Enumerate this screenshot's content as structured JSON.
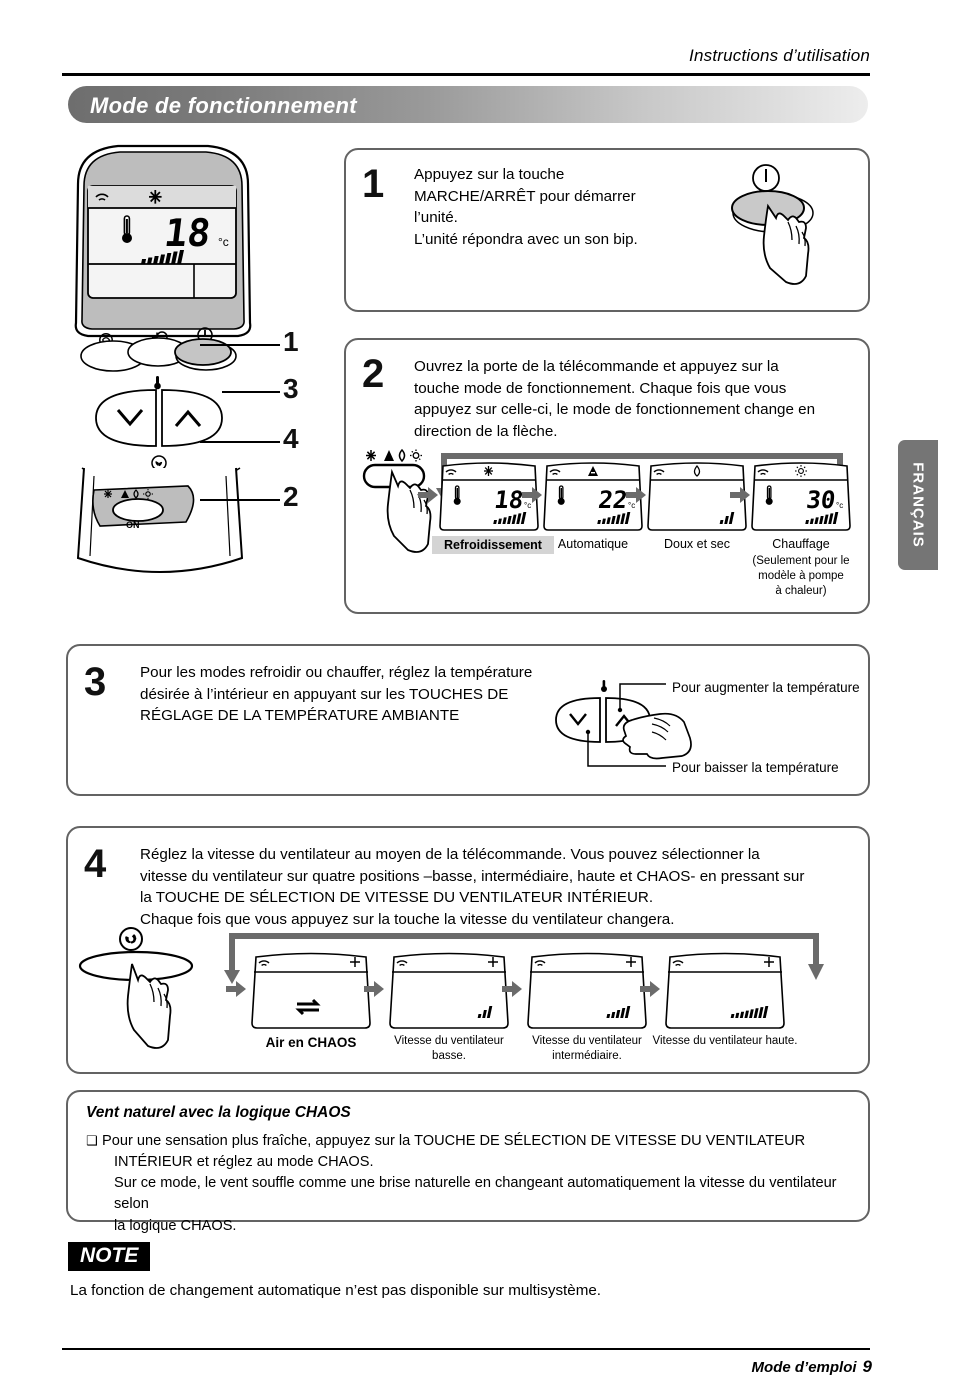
{
  "header": {
    "running_head": "Instructions d’utilisation",
    "title": "Mode de fonctionnement",
    "language_tab": "FRANÇAIS"
  },
  "remote": {
    "display": {
      "signal_icon": "signal-icon",
      "mode_icon": "snowflake-icon",
      "thermometer_icon": "thermometer-icon",
      "temperature": "18",
      "unit": "°c",
      "fan_bars": 7
    },
    "callouts": [
      {
        "number": "1",
        "target": "power-button"
      },
      {
        "number": "3",
        "target": "temperature-up-down-buttons"
      },
      {
        "number": "4",
        "target": "fan-speed-button"
      },
      {
        "number": "2",
        "target": "mode-button"
      }
    ]
  },
  "steps": [
    {
      "number": "1",
      "text": "Appuyez sur la touche MARCHE/ARRÊT pour démarrer l’unité.\nL’unité répondra avec un son bip.",
      "lines": [
        "Appuyez sur la touche",
        "MARCHE/ARRÊT pour démarrer",
        "l’unité.",
        "L’unité répondra avec un son bip."
      ],
      "illustration": "power-button-press"
    },
    {
      "number": "2",
      "lines": [
        "Ouvrez la porte de la télécommande et appuyez sur la",
        "touche mode de fonctionnement. Chaque fois que vous",
        "appuyez sur celle-ci, le mode de fonctionnement change en",
        "direction de la flèche."
      ],
      "button_icons": [
        "snowflake-icon",
        "auto-icon",
        "dry-icon",
        "sun-icon"
      ],
      "modes": [
        {
          "label": "Refroidissement",
          "highlighted": true,
          "mode_icon": "snowflake-icon",
          "temperature": "18",
          "unit": "°c",
          "fan_bars": 7,
          "show_thermometer": true
        },
        {
          "label": "Automatique",
          "highlighted": false,
          "mode_icon": "auto-icon",
          "temperature": "22",
          "unit": "°c",
          "fan_bars": 7,
          "show_thermometer": true
        },
        {
          "label": "Doux et sec",
          "highlighted": false,
          "mode_icon": "dry-icon",
          "temperature": "",
          "unit": "",
          "fan_bars": 3,
          "show_thermometer": false
        },
        {
          "label": "Chauffage",
          "sublabel": "(Seulement pour le\nmodèle à pompe\nà chaleur)",
          "sublines": [
            "(Seulement pour le",
            "modèle à pompe",
            "à chaleur)"
          ],
          "highlighted": false,
          "mode_icon": "sun-icon",
          "temperature": "30",
          "unit": "°c",
          "fan_bars": 7,
          "show_thermometer": true
        }
      ]
    },
    {
      "number": "3",
      "lines": [
        "Pour les modes refroidir ou chauffer, réglez la température",
        "désirée à l’intérieur en appuyant sur les TOUCHES DE",
        "RÉGLAGE DE LA TEMPÉRATURE AMBIANTE"
      ],
      "callout_up": "Pour augmenter la température",
      "callout_down": "Pour baisser la température"
    },
    {
      "number": "4",
      "lines": [
        "Réglez la vitesse du ventilateur au moyen de la télécommande. Vous pouvez sélectionner la",
        "vitesse du ventilateur sur quatre positions –basse, intermédiaire, haute et CHAOS- en pressant sur",
        "la TOUCHE DE SÉLECTION DE VITESSE DU VENTILATEUR INTÉRIEUR.",
        "Chaque fois que vous appuyez sur la touche la vitesse du ventilateur changera."
      ],
      "fan_icon": "fan-icon",
      "speeds": [
        {
          "label": "Air en CHAOS",
          "bold": true,
          "fan_bars": 0,
          "chaos_icon": "chaos-swap-icon",
          "signal_icon": "signal-icon",
          "plus_icon": "plus-icon"
        },
        {
          "label": "Vitesse du ventilateur basse.",
          "bold": false,
          "fan_bars": 3,
          "signal_icon": "signal-icon",
          "plus_icon": "plus-icon"
        },
        {
          "label": "Vitesse du ventilateur intermédiaire.",
          "bold": false,
          "fan_bars": 5,
          "signal_icon": "signal-icon",
          "plus_icon": "plus-icon"
        },
        {
          "label": "Vitesse du ventilateur haute.",
          "bold": false,
          "fan_bars": 8,
          "signal_icon": "signal-icon",
          "plus_icon": "plus-icon"
        }
      ]
    }
  ],
  "chaos_box": {
    "title": "Vent naturel avec la logique CHAOS",
    "bullet": "❑",
    "lines": [
      "Pour une sensation plus fraîche, appuyez sur la TOUCHE DE SÉLECTION DE VITESSE DU VENTILATEUR",
      "INTÉRIEUR et réglez au mode CHAOS.",
      "Sur ce mode, le vent souffle comme une brise naturelle en changeant automatiquement la vitesse du ventilateur selon",
      "la logique CHAOS."
    ]
  },
  "note": {
    "badge": "NOTE",
    "text": "La fonction de changement automatique n’est pas disponible sur multisystème."
  },
  "footer": {
    "label": "Mode d’emploi",
    "page": "9"
  },
  "colors": {
    "box_border": "#636363",
    "title_gradient_start": "#6e6e6e",
    "title_gradient_end": "#ededed",
    "tab_gray": "#757575",
    "highlight_gray": "#d4d4d4",
    "arrow_gray": "#6b6b6b"
  }
}
